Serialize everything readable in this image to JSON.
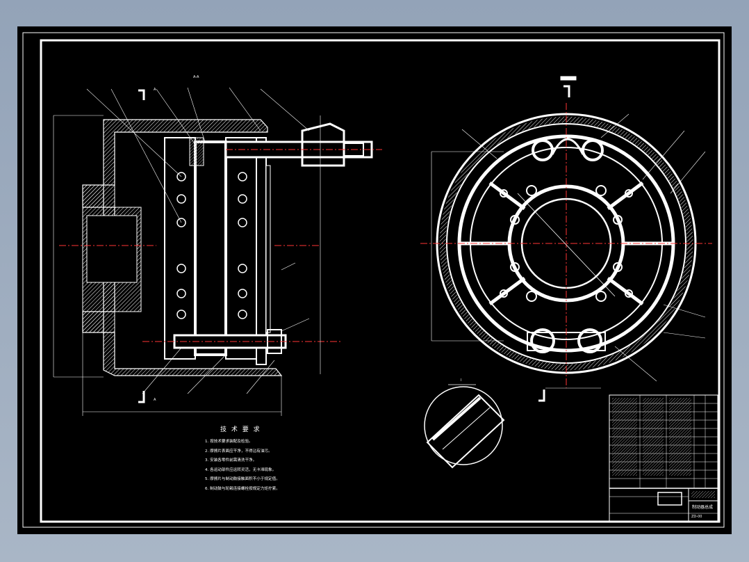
{
  "drawing": {
    "section_marks": [
      "A-A",
      "A",
      "A"
    ],
    "detail_label": "I",
    "technical_requirements": {
      "title": "技 术 要 求",
      "items": [
        "1. 按技术要求装配及检验。",
        "2. 摩擦片表面应干净，不得沾有油污。",
        "3. 安装各零件前需清洗干净。",
        "4. 各运动部件应运转灵活，无卡滞现象。",
        "5. 摩擦片与制动鼓接触面积不小于规定值。",
        "6. 制动鼓与轮毂连接螺栓按规定力矩拧紧。"
      ]
    },
    "title_block": {
      "drawing_name": "制动器总成",
      "drawing_no": "ZD-00"
    }
  }
}
